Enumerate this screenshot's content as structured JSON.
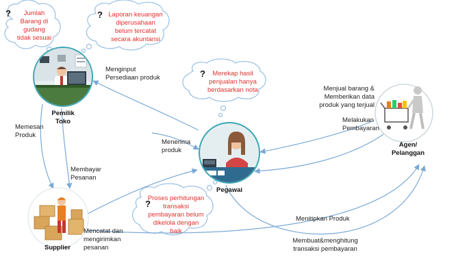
{
  "clouds": {
    "stock_mismatch": "Jumlah\nBarang di\ngudang\ntidak sesuai",
    "finance_report": "Laporan keuangan\ndiperusahaan\nbelum tercatat\nsecara akuntansi",
    "sales_recap": "Merekap hasil\npenjualan hanya\nberdasarkan nota",
    "transaction_process": "Proses perhitungan\ntransaksi\npembayaran belum\ndikelola dengan\nbaik"
  },
  "question_mark": "?",
  "actors": {
    "owner": "Pemilik\nToko",
    "employee": "Pegawai",
    "supplier": "Supplier",
    "customer": "Agen/\nPelanggan"
  },
  "flows": {
    "input_product": "Menginput\nPersediaan produk",
    "order_product": "Memesan\nProduk",
    "pay_order": "Membayar\nPesanan",
    "record_send": "Mencatat dan\nmengirimkan\npesanan",
    "receive_product": "Menerima\nproduk",
    "sell_give_data": "Menjual barang &\nMemberikan data\nproduk yang terjual",
    "make_payment": "Melakukan\nPembayaran",
    "consign_product": "Menitipkan Produk",
    "make_count_tx": "Membuat&menghitung\ntransaksi pembayaran"
  },
  "colors": {
    "arrow": "#7aa9d6",
    "cloud_stroke": "#9fc3e3",
    "problem_text": "#e0302e",
    "teal_disc": "#3da7b4"
  }
}
